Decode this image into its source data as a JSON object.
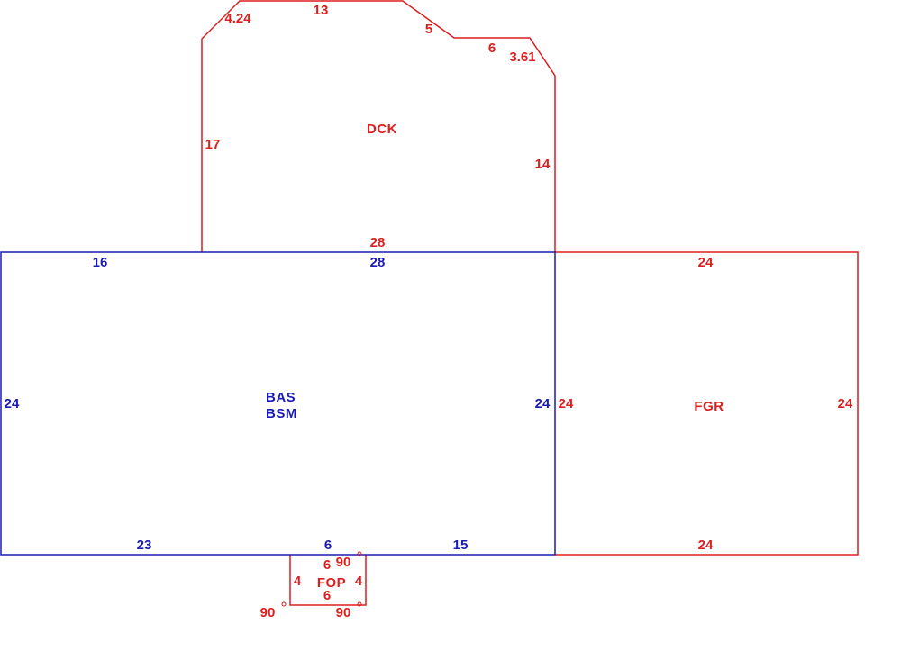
{
  "colors": {
    "red": "#dd1e1e",
    "blue": "#1a1ab4"
  },
  "dck": {
    "name": "DCK",
    "dims": {
      "diag_top_left": "4.24",
      "top": "13",
      "upper_right_slope": "5",
      "upper_right_flat": "6",
      "right_corner": "3.61",
      "left": "17",
      "right": "14",
      "bottom": "28"
    }
  },
  "bas": {
    "names": [
      "BAS",
      "BSM"
    ],
    "dims": {
      "top_left": "16",
      "top_right": "28",
      "left": "24",
      "right": "24",
      "bottom_left": "23",
      "bottom_mid": "6",
      "bottom_right": "15"
    }
  },
  "fgr": {
    "name": "FGR",
    "dims": {
      "top": "24",
      "left": "24",
      "right": "24",
      "bottom": "24"
    }
  },
  "fop": {
    "name": "FOP",
    "dims": {
      "top": "6",
      "left": "4",
      "right": "4",
      "bottom": "6"
    },
    "angles": {
      "top_right": "90",
      "bottom_left": "90",
      "bottom_right": "90"
    }
  }
}
